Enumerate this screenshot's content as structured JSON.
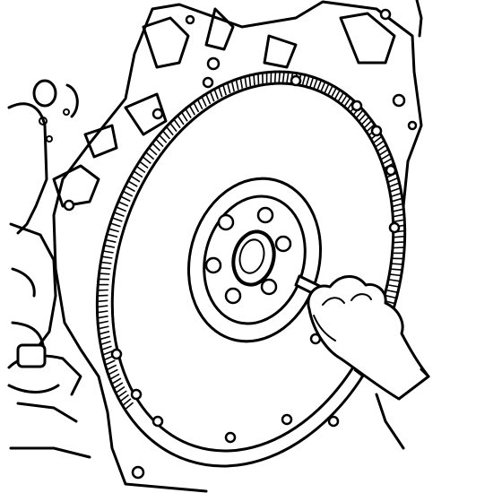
{
  "figure": {
    "subject": "",
    "components": [
      {
        "id": "engine-block",
        "icon": "engine-block-outline"
      },
      {
        "id": "adapter-plate",
        "icon": "adapter-plate-outline"
      },
      {
        "id": "flywheel",
        "icon": "flywheel-disc"
      },
      {
        "id": "ring-gear",
        "icon": "ring-gear-teeth"
      },
      {
        "id": "crank-hub",
        "icon": "hub-with-bolt-holes"
      },
      {
        "id": "hand-with-tool",
        "icon": "hand-holding-pen"
      }
    ],
    "colors": {
      "line": "#000000",
      "background": "#ffffff"
    },
    "hub_bolt_hole_count": 6,
    "flywheel_outer_hole_count": 14
  }
}
